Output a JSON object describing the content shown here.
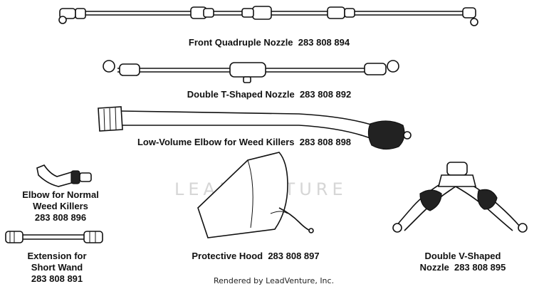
{
  "watermark": "LEADVENTURE",
  "footer": "Rendered by LeadVenture, Inc.",
  "parts": [
    {
      "name": "Front Quadruple Nozzle",
      "number": "283 808 894"
    },
    {
      "name": "Double T-Shaped Nozzle",
      "number": "283 808 892"
    },
    {
      "name": "Low-Volume Elbow for Weed Killers",
      "number": "283 808 898"
    },
    {
      "name_line1": "Elbow for Normal",
      "name_line2": "Weed Killers",
      "number": "283 808 896"
    },
    {
      "name_line1": "Extension for",
      "name_line2": "Short Wand",
      "number": "283 808 891"
    },
    {
      "name": "Protective Hood",
      "number": "283 808 897"
    },
    {
      "name_line1": "Double V-Shaped",
      "name_line2": "Nozzle",
      "number": "283 808 895"
    }
  ]
}
